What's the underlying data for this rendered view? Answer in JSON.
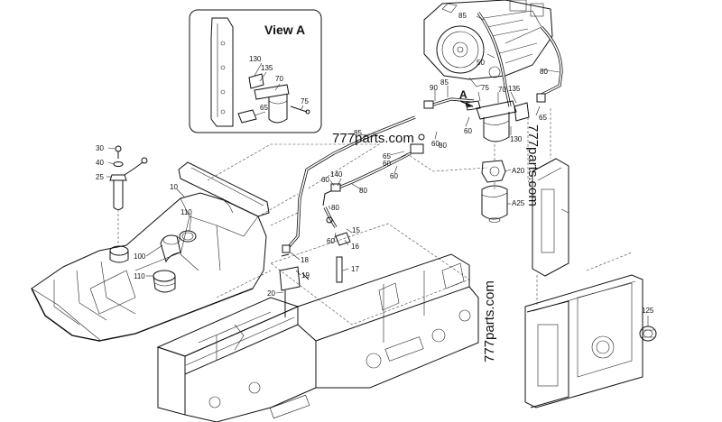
{
  "view_title": "View A",
  "callout_letter": "A",
  "watermark": "777parts.com",
  "labels": {
    "l85a": "85",
    "l50a": "50",
    "l80a": "80",
    "l90": "90",
    "l85b": "85",
    "l75a": "75",
    "l70a": "70",
    "l135a": "135",
    "l65a": "65",
    "l60a": "60",
    "l130a": "130",
    "l60b": "60",
    "l80b": "80",
    "l85c": "85",
    "l65b": "65",
    "l60c": "60",
    "l60d": "60",
    "l140": "140",
    "l60e": "60",
    "l80c": "80",
    "l80d": "80",
    "l60f": "60",
    "l15": "15",
    "l16": "16",
    "l18": "18",
    "l19": "19",
    "l17": "17",
    "l20": "20",
    "l30": "30",
    "l40": "40",
    "l25": "25",
    "l10": "10",
    "l110a": "110",
    "l100": "100",
    "l110b": "110",
    "lA20": "A20",
    "lA25": "A25",
    "l125": "125",
    "v130": "130",
    "v135": "135",
    "v70": "70",
    "v75": "75",
    "v65": "65"
  }
}
